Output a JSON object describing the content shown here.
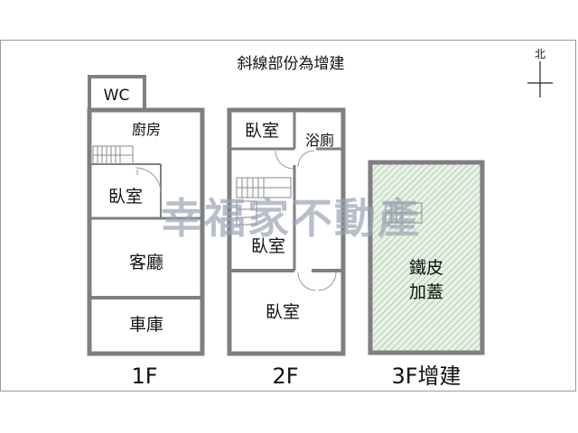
{
  "note": "斜線部份為增建",
  "compass": {
    "label": "北"
  },
  "floor1": {
    "wc": "WC",
    "kitchen": "廚房",
    "bedroom": "臥室",
    "living": "客廳",
    "garage": "車庫",
    "label": "1F"
  },
  "floor2": {
    "bedroom_top": "臥室",
    "bathroom": "浴廁",
    "bedroom_mid": "臥室",
    "bedroom_bottom": "臥室",
    "label": "2F"
  },
  "floor3": {
    "room_line1": "鐵皮",
    "room_line2": "加蓋",
    "label": "3F增建"
  },
  "watermark": "幸福家不動產",
  "colors": {
    "wall": "#7f7f7f",
    "hatch": "#8fbf8f",
    "hatch_bg": "#e9f2e7",
    "watermark": "#9aa3b4"
  }
}
